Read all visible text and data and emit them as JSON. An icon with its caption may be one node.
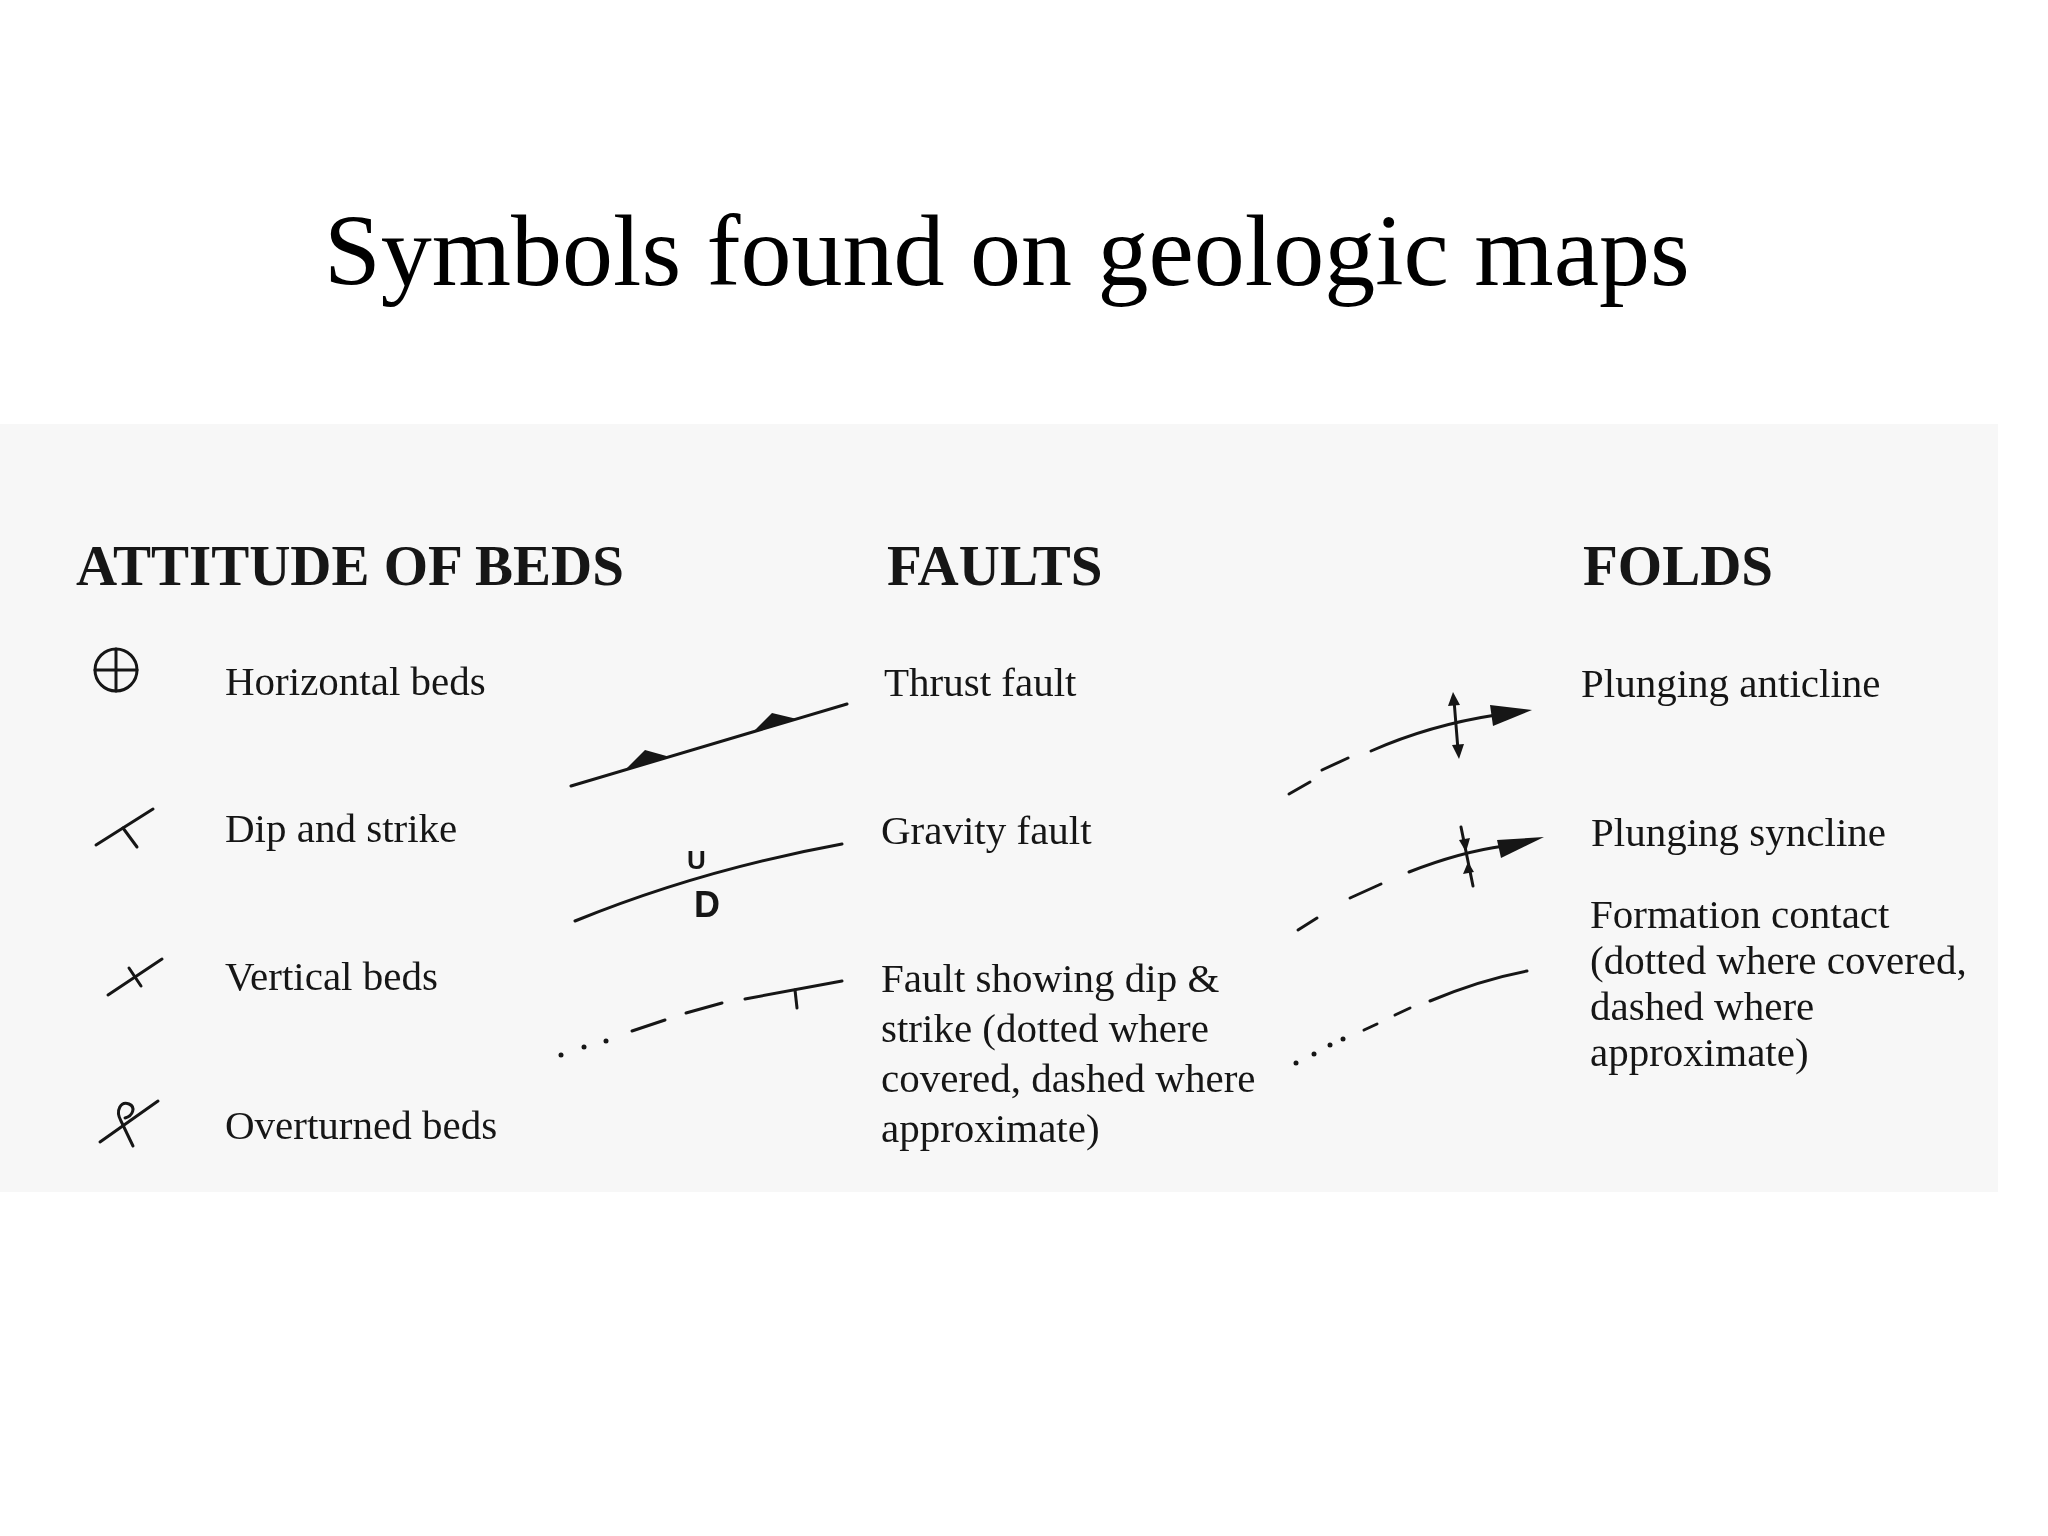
{
  "diagram": {
    "title": "Symbols found on geologic maps",
    "labels": [
      "ATTITUDE OF BEDS",
      "FAULTS",
      "FOLDS",
      "U",
      "D"
    ],
    "legend": [
      {
        "text": "Horizontal beds"
      },
      {
        "text": "Dip and strike"
      },
      {
        "text": "Vertical beds"
      },
      {
        "text": "Overturned beds"
      },
      {
        "text": "Thrust fault"
      },
      {
        "text": "Gravity fault"
      },
      {
        "text": "Fault showing dip & strike (dotted where covered, dashed where approximate)"
      },
      {
        "text": "Plunging anticline"
      },
      {
        "text": "Plunging syncline"
      },
      {
        "text": "Formation contact (dotted where covered, dashed where approximate)"
      }
    ]
  }
}
